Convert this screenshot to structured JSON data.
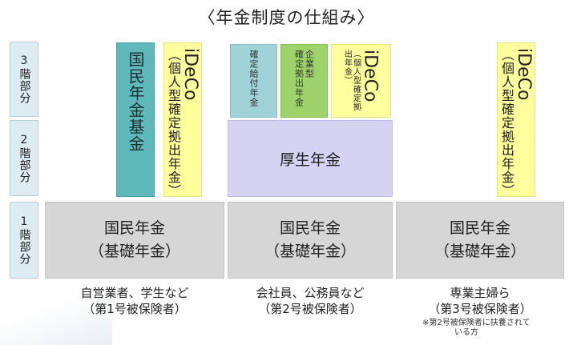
{
  "title": "〈年金制度の仕組み〉",
  "levels": [
    {
      "num": "3",
      "label": "階部分"
    },
    {
      "num": "2",
      "label": "階部分"
    },
    {
      "num": "1",
      "label": "階部分"
    }
  ],
  "tier1_label_line1": "国民年金",
  "tier1_label_line2": "（基礎年金）",
  "kosei": "厚生年金",
  "kokumin_kikin": "国民年金基金",
  "ideco_word": "iDeCo",
  "ideco_sub_long": "（個人型確定拠出年金）",
  "ideco_sub_short": "（個人型確定拠出年金）",
  "kakutei_kyufu": "確定給付年金",
  "kigyo_line1": "企業型",
  "kigyo_line2": "確定拠出年金",
  "groups": [
    {
      "line1": "自営業者、学生など",
      "line2": "（第1号被保険者）"
    },
    {
      "line1": "会社員、公務員など",
      "line2": "（第2号被保険者）"
    },
    {
      "line1": "専業主婦ら",
      "line2": "（第3号被保険者）"
    }
  ],
  "note_line1": "※第2号被保険者に扶養されて",
  "note_line2": "いる方",
  "colors": {
    "level_bg": "#dcecf2",
    "tier1": "#d6d6d6",
    "kosei": "#d5d2f2",
    "kikin": "#5fb8b9",
    "ideco": "#ffff9e",
    "kakutei_kyufu": "#9fd3d8",
    "kigyo": "#9dd36a"
  }
}
